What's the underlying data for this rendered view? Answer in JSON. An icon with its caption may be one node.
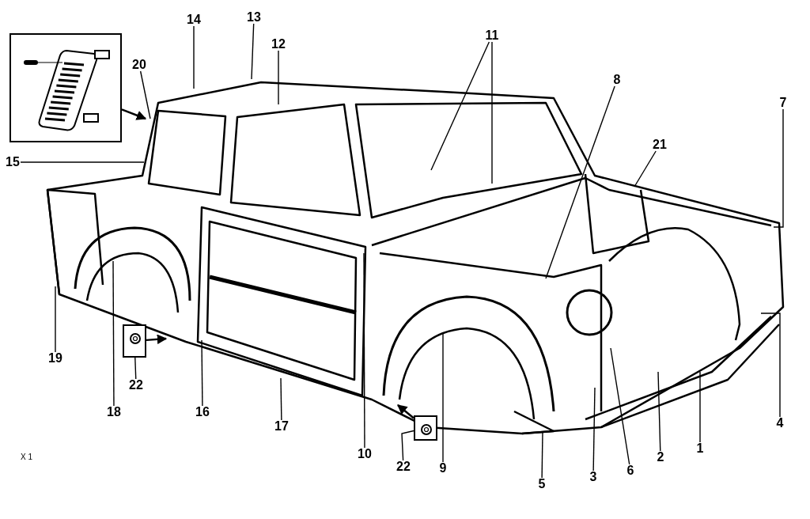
{
  "diagram": {
    "nodes": [
      {
        "text": [],
        "shape": "picture"
      },
      {
        "text": [
          "14"
        ]
      },
      {
        "text": [
          "13"
        ]
      },
      {
        "text": [
          "12"
        ]
      },
      {
        "text": [
          "11"
        ]
      },
      {
        "text": [
          "20"
        ]
      },
      {
        "text": [
          "8"
        ]
      },
      {
        "text": [
          "7"
        ]
      },
      {
        "text": [
          "21"
        ]
      },
      {
        "text": [
          "15"
        ]
      },
      {
        "text": [
          "19"
        ]
      },
      {
        "text": [],
        "shape": "picture"
      },
      {
        "text": [
          "22"
        ]
      },
      {
        "text": [
          "18"
        ]
      },
      {
        "text": [
          "16"
        ]
      },
      {
        "text": [
          "4"
        ]
      },
      {
        "text": [
          "17"
        ]
      },
      {
        "text": [],
        "shape": "picture"
      },
      {
        "text": [
          "1"
        ]
      },
      {
        "text": [
          "2"
        ]
      },
      {
        "text": [
          "10"
        ]
      },
      {
        "text": [
          "6"
        ]
      },
      {
        "text": [
          "9"
        ]
      },
      {
        "text": [
          "22"
        ]
      },
      {
        "text": [
          "3"
        ]
      },
      {
        "text": [
          "5"
        ]
      }
    ],
    "edges": [
      {
        "from": 0,
        "to": null,
        "arrow": "to"
      },
      {
        "from": 1,
        "to": null,
        "arrow": "none"
      },
      {
        "from": 2,
        "to": null,
        "arrow": "none"
      },
      {
        "from": 3,
        "to": null,
        "arrow": "none"
      },
      {
        "from": 4,
        "to": null,
        "arrow": "none"
      },
      {
        "from": 4,
        "to": null,
        "arrow": "none"
      },
      {
        "from": 5,
        "to": null,
        "arrow": "none"
      },
      {
        "from": 6,
        "to": null,
        "arrow": "none"
      },
      {
        "from": 7,
        "to": null,
        "arrow": "none"
      },
      {
        "from": 8,
        "to": null,
        "arrow": "none"
      },
      {
        "from": 9,
        "to": null,
        "arrow": "none"
      },
      {
        "from": 10,
        "to": null,
        "arrow": "none"
      },
      {
        "from": 11,
        "to": null,
        "arrow": "to"
      },
      {
        "from": 12,
        "to": 11,
        "arrow": "none"
      },
      {
        "from": 13,
        "to": null,
        "arrow": "none"
      },
      {
        "from": 14,
        "to": null,
        "arrow": "none"
      },
      {
        "from": 15,
        "to": null,
        "arrow": "none"
      },
      {
        "from": 16,
        "to": null,
        "arrow": "none"
      },
      {
        "from": 17,
        "to": null,
        "arrow": "to"
      },
      {
        "from": 18,
        "to": null,
        "arrow": "none"
      },
      {
        "from": 19,
        "to": null,
        "arrow": "none"
      },
      {
        "from": 20,
        "to": null,
        "arrow": "none"
      },
      {
        "from": 21,
        "to": null,
        "arrow": "none"
      },
      {
        "from": 22,
        "to": null,
        "arrow": "none"
      },
      {
        "from": 23,
        "to": 17,
        "arrow": "none"
      },
      {
        "from": 24,
        "to": null,
        "arrow": "none"
      },
      {
        "from": 25,
        "to": null,
        "arrow": "none"
      }
    ],
    "labels": [
      "X 1"
    ]
  }
}
